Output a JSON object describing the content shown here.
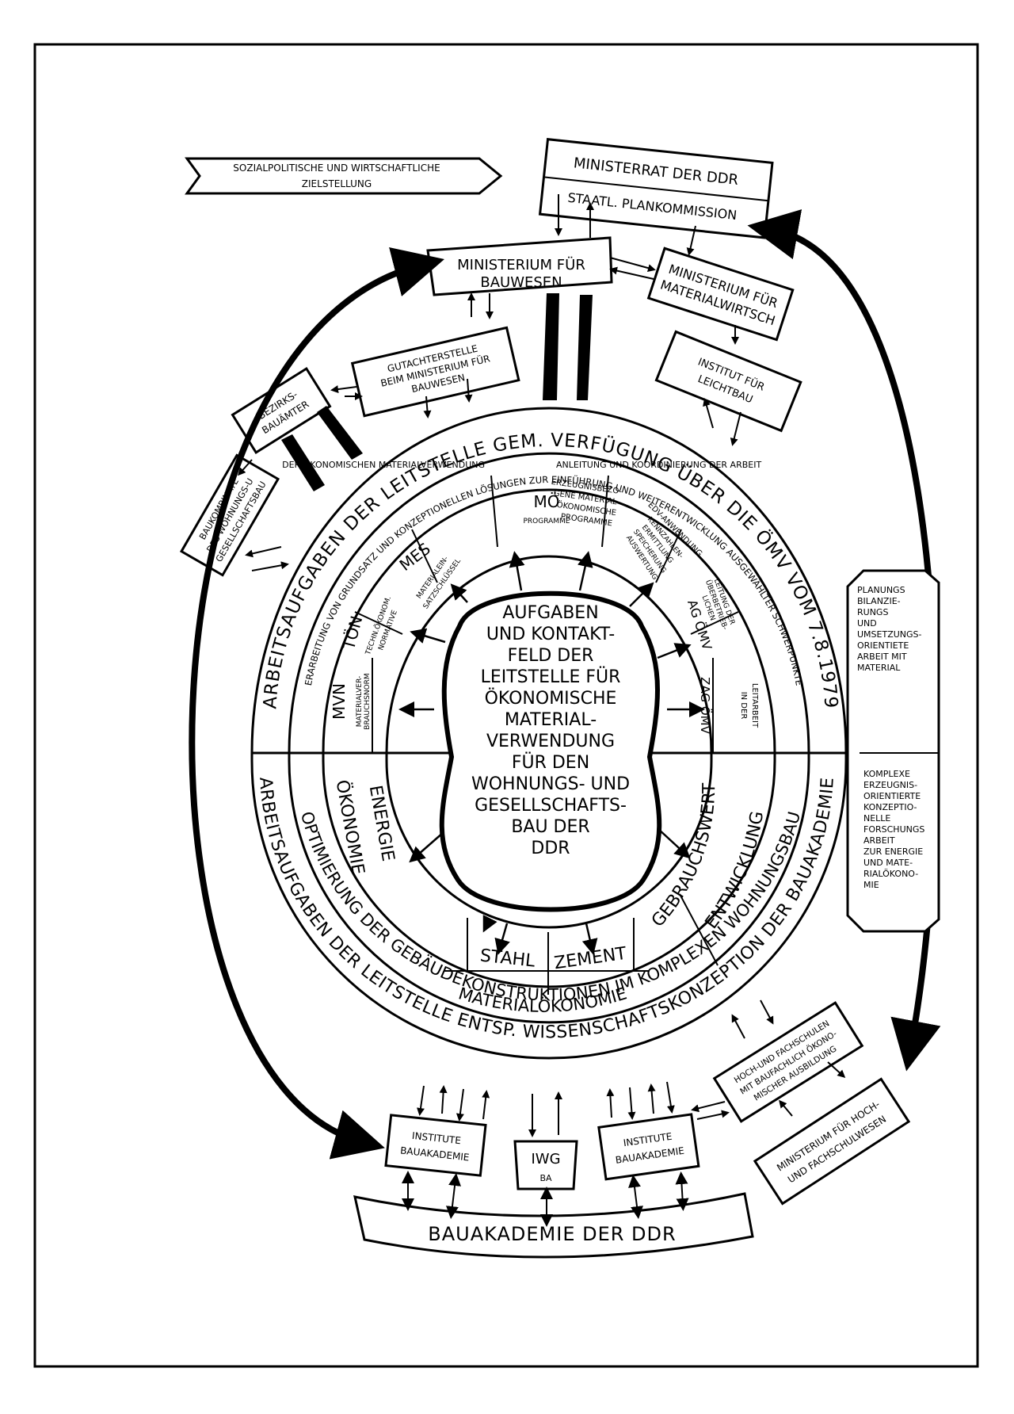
{
  "goal_arrow": {
    "line1": "SOZIALPOLITISCHE UND WIRTSCHAFTLICHE",
    "line2": "ZIELSTELLUNG"
  },
  "ministerrat": {
    "line1": "MINISTERRAT DER DDR",
    "line2": "STAATL. PLANKOMMISSION"
  },
  "ministerium_bauwesen": {
    "line1": "MINISTERIUM FÜR",
    "line2": "BAUWESEN"
  },
  "ministerium_material": {
    "line1": "MINISTERIUM FÜR",
    "line2": "MATERIALWIRTSCH"
  },
  "gutachterstelle": {
    "line1": "GUTACHTERSTELLE",
    "line2": "BEIM MINISTERIUM FÜR",
    "line3": "BAUWESEN"
  },
  "bezirksbauamter": {
    "line1": "BEZIRKS-",
    "line2": "BAUÄMTER"
  },
  "institut_leichtbau": {
    "line1": "INSTITUT FÜR",
    "line2": "LEICHTBAU"
  },
  "baukombinate": {
    "line1": "BAUKOMBINATE",
    "line2": "DES WOHNUNGS-U",
    "line3": "GESELLSCHAFTSBAU"
  },
  "outer_ring": {
    "top_text": "ARBEITSAUFGABEN DER LEITSTELLE GEM. VERFÜGUNG ÜBER DIE ÖMV VOM 7.8.1979",
    "bottom_text": "ARBEITSAUFGABEN DER LEITSTELLE ENTSP. WISSENSCHAFTSKONZEPTION DER BAUAKADEMIE"
  },
  "second_ring": {
    "top_text": "ERARBEITUNG VON GRUNDSATZ UND KONZEPTIONELLEN LÖSUNGEN ZUR EINFÜHRUNG UND WEITERENTWICKLUNG AUSGEWÄHLTER SCHWERPUNKTE",
    "top_sub_left": "DER ÖKONOMISCHEN MATERIALVERWENDUNG",
    "top_sub_right": "ANLEITUNG UND KOORDINIERUNG DER ARBEIT",
    "bottom_text": "OPTIMIERUNG DER GEBÄUDEKONSTRUKTIONEN IM KOMPLEXEN WOHNUNGSBAU"
  },
  "sectors": {
    "mvn": {
      "abbr": "MVN",
      "line1": "MATERIALVER-",
      "line2": "BRAUCHSNORM"
    },
    "ton": {
      "abbr": "TÖN",
      "line1": "TECHN.ÖKONOM.",
      "line2": "NORMATIVE"
    },
    "mes": {
      "abbr": "MES",
      "line1": "MATERIALEIN-",
      "line2": "SATZSCHLÜSSEL"
    },
    "mo": {
      "abbr": "MÖ",
      "line1": "PROGRAMME"
    },
    "erz": {
      "line1": "ERZEUGNISBEZO-",
      "line2": "GENE MATERIAL-",
      "line3": "ÖKONOMISCHE",
      "line4": "PROGRAMME"
    },
    "edv": {
      "line1": "EDV-ANWENDUNG",
      "line2": "KENNZAHLEN-",
      "line3": "ERMITTLUNG",
      "line4": "SPEICHERUNG",
      "line5": "AUSWERTUNG"
    },
    "ag": {
      "abbr": "AG ÖMV",
      "line1": "LEITUNG DER",
      "line2": "ÜBERBETRIEB-",
      "line3": "LICHEN"
    },
    "zag": {
      "abbr": "ZAG ÖMV",
      "line1": "LEITARBEIT",
      "line2": "IN DER"
    }
  },
  "lower_sectors": {
    "energie": "ENERGIE",
    "okonomie": "ÖKONOMIE",
    "gebrauchswert": "GEBRAUCHSWERT",
    "entwicklung": "ENTWICKLUNG",
    "stahl": "STAHL",
    "zement": "ZEMENT",
    "materialokonomie": "MATERIALÖKONOMIE"
  },
  "center": {
    "lines": [
      "AUFGABEN",
      "UND KONTAKT-",
      "FELD DER",
      "LEITSTELLE FÜR",
      "ÖKONOMISCHE",
      "MATERIAL-",
      "VERWENDUNG",
      "FÜR DEN",
      "WOHNUNGS- UND",
      "GESELLSCHAFTS-",
      "BAU DER",
      "DDR"
    ]
  },
  "right_panel": {
    "top_lines": [
      "PLANUNGS",
      "BILANZIE-",
      "RUNGS",
      "UND",
      "UMSETZUNGS-",
      "ORIENTIETE",
      "ARBEIT MIT",
      "MATERIAL"
    ],
    "bottom_lines": [
      "KOMPLEXE",
      "ERZEUGNIS-",
      "ORIENTIERTE",
      "KONZEPTIO-",
      "NELLE",
      "FORSCHUNGS",
      "ARBEIT",
      "ZUR ENERGIE",
      "UND MATE-",
      "RIALÖKONO-",
      "MIE"
    ]
  },
  "institute_left": {
    "line1": "INSTITUTE",
    "line2": "BAUAKADEMIE"
  },
  "iwg": {
    "line1": "IWG",
    "line2": "BA"
  },
  "institute_right": {
    "line1": "INSTITUTE",
    "line2": "BAUAKADEMIE"
  },
  "hochschulen": {
    "line1": "HOCH-UND FACHSCHULEN",
    "line2": "MIT BAUFACHLICH ÖKONO-",
    "line3": "MISCHER AUSBILDUNG"
  },
  "ministerium_hochschul": {
    "line1": "MINISTERIUM FÜR HOCH-",
    "line2": "UND FACHSCHULWESEN"
  },
  "bauakademie": {
    "label": "BAUAKADEMIE DER DDR"
  }
}
